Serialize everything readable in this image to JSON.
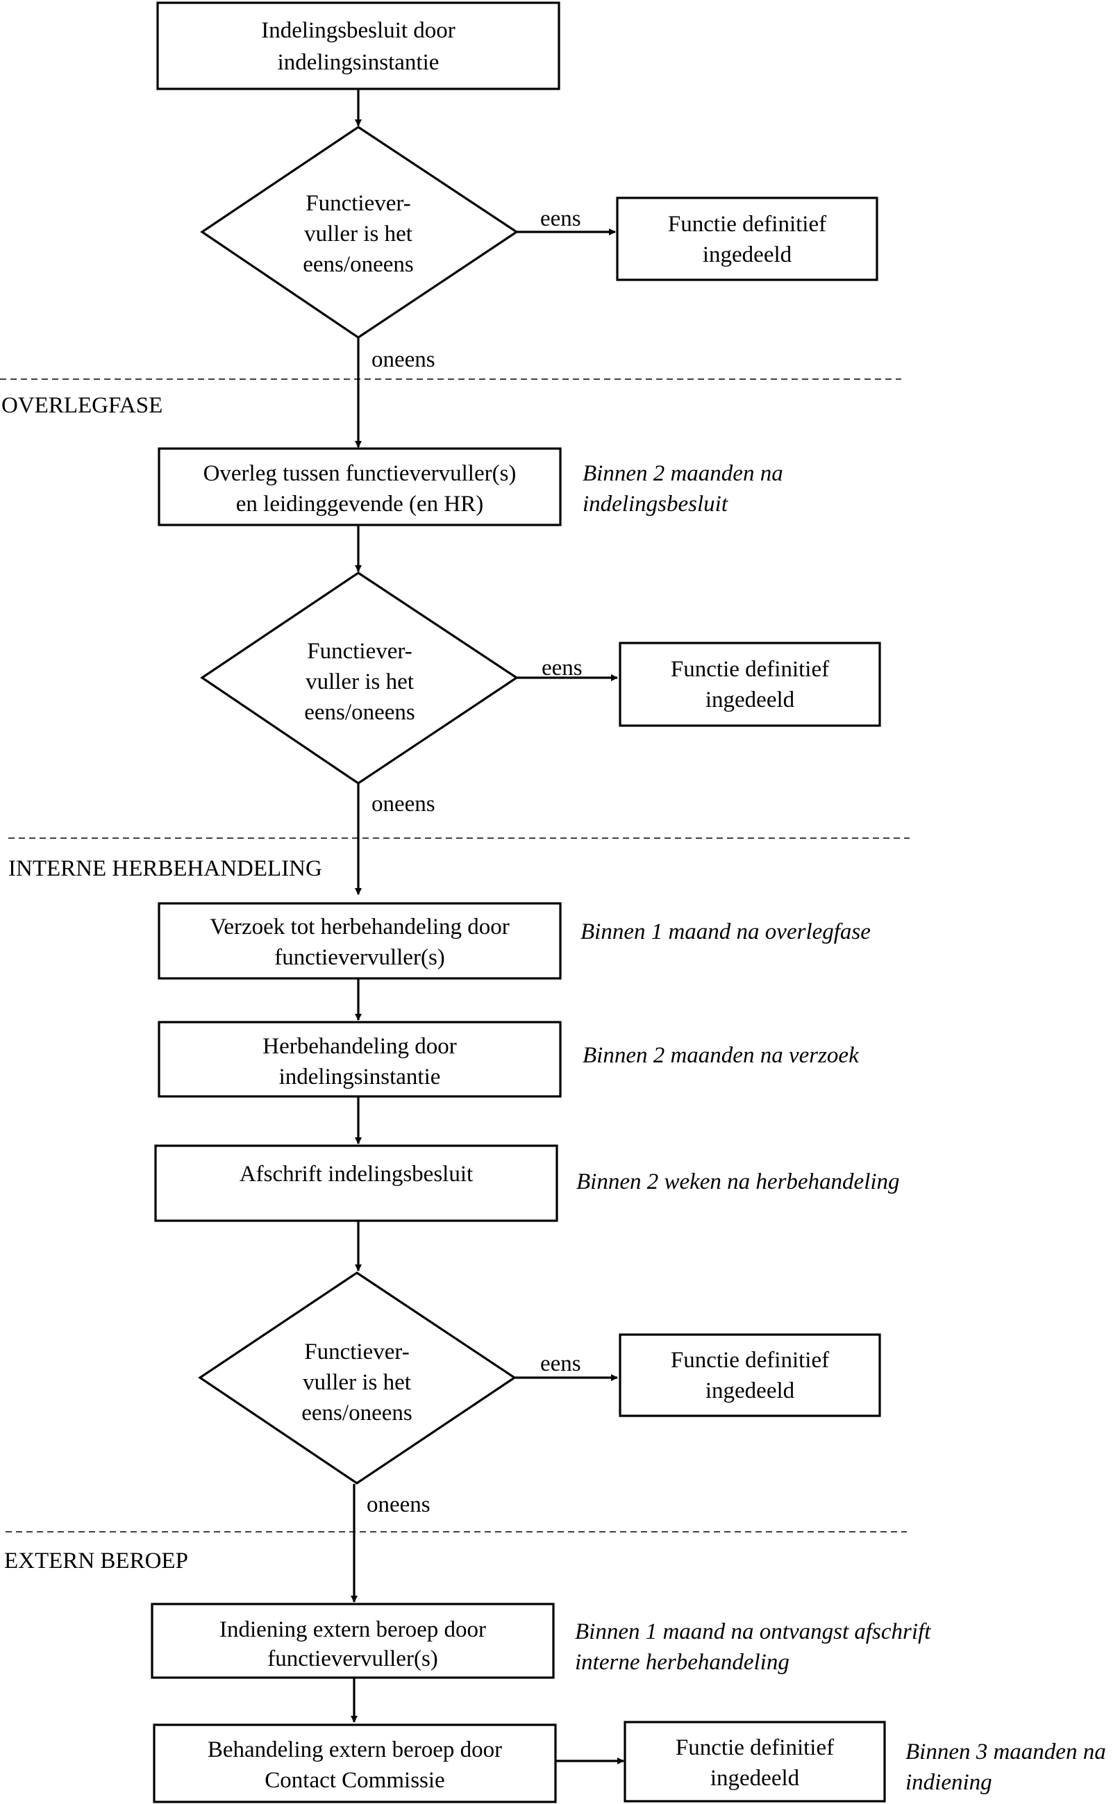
{
  "nodes": {
    "start": [
      "Indelingsbesluit door",
      "indelingsinstantie"
    ],
    "decision_1": [
      "Functiever-",
      "vuller is het",
      "eens/oneens"
    ],
    "final_1": [
      "Functie definitief",
      "ingedeeld"
    ],
    "overleg": [
      "Overleg tussen functievervuller(s)",
      "en leidinggevende (en HR)"
    ],
    "decision_2": [
      "Functiever-",
      "vuller is het",
      "eens/oneens"
    ],
    "final_2": [
      "Functie definitief",
      "ingedeeld"
    ],
    "verzoek": [
      "Verzoek tot herbehandeling door",
      "functievervuller(s)"
    ],
    "herbehandeling": [
      "Herbehandeling door",
      "indelingsinstantie"
    ],
    "afschrift": [
      "Afschrift indelingsbesluit"
    ],
    "decision_3": [
      "Functiever-",
      "vuller is het",
      "eens/oneens"
    ],
    "final_3": [
      "Functie definitief",
      "ingedeeld"
    ],
    "indiening": [
      "Indiening extern beroep door",
      "functievervuller(s)"
    ],
    "behandeling": [
      "Behandeling extern beroep door",
      "Contact Commissie"
    ],
    "final_4": [
      "Functie definitief",
      "ingedeeld"
    ]
  },
  "edge_labels": {
    "eens_1": "eens",
    "oneens_1": "oneens",
    "eens_2": "eens",
    "oneens_2": "oneens",
    "eens_3": "eens",
    "oneens_3": "oneens"
  },
  "phases": {
    "overlegfase": "OVERLEGFASE",
    "interne_herbehandeling": "INTERNE HERBEHANDELING",
    "extern_beroep": "EXTERN BEROEP"
  },
  "deadlines": {
    "overleg": [
      "Binnen 2 maanden na",
      "indelingsbesluit"
    ],
    "verzoek": [
      "Binnen 1 maand na overlegfase"
    ],
    "herbehandeling": [
      "Binnen 2 maanden na verzoek"
    ],
    "afschrift": [
      "Binnen 2 weken na herbehandeling"
    ],
    "indiening": [
      "Binnen 1 maand na ontvangst afschrift",
      "interne herbehandeling"
    ],
    "behandeling": [
      "Binnen 3 maanden na",
      "indiening"
    ]
  }
}
